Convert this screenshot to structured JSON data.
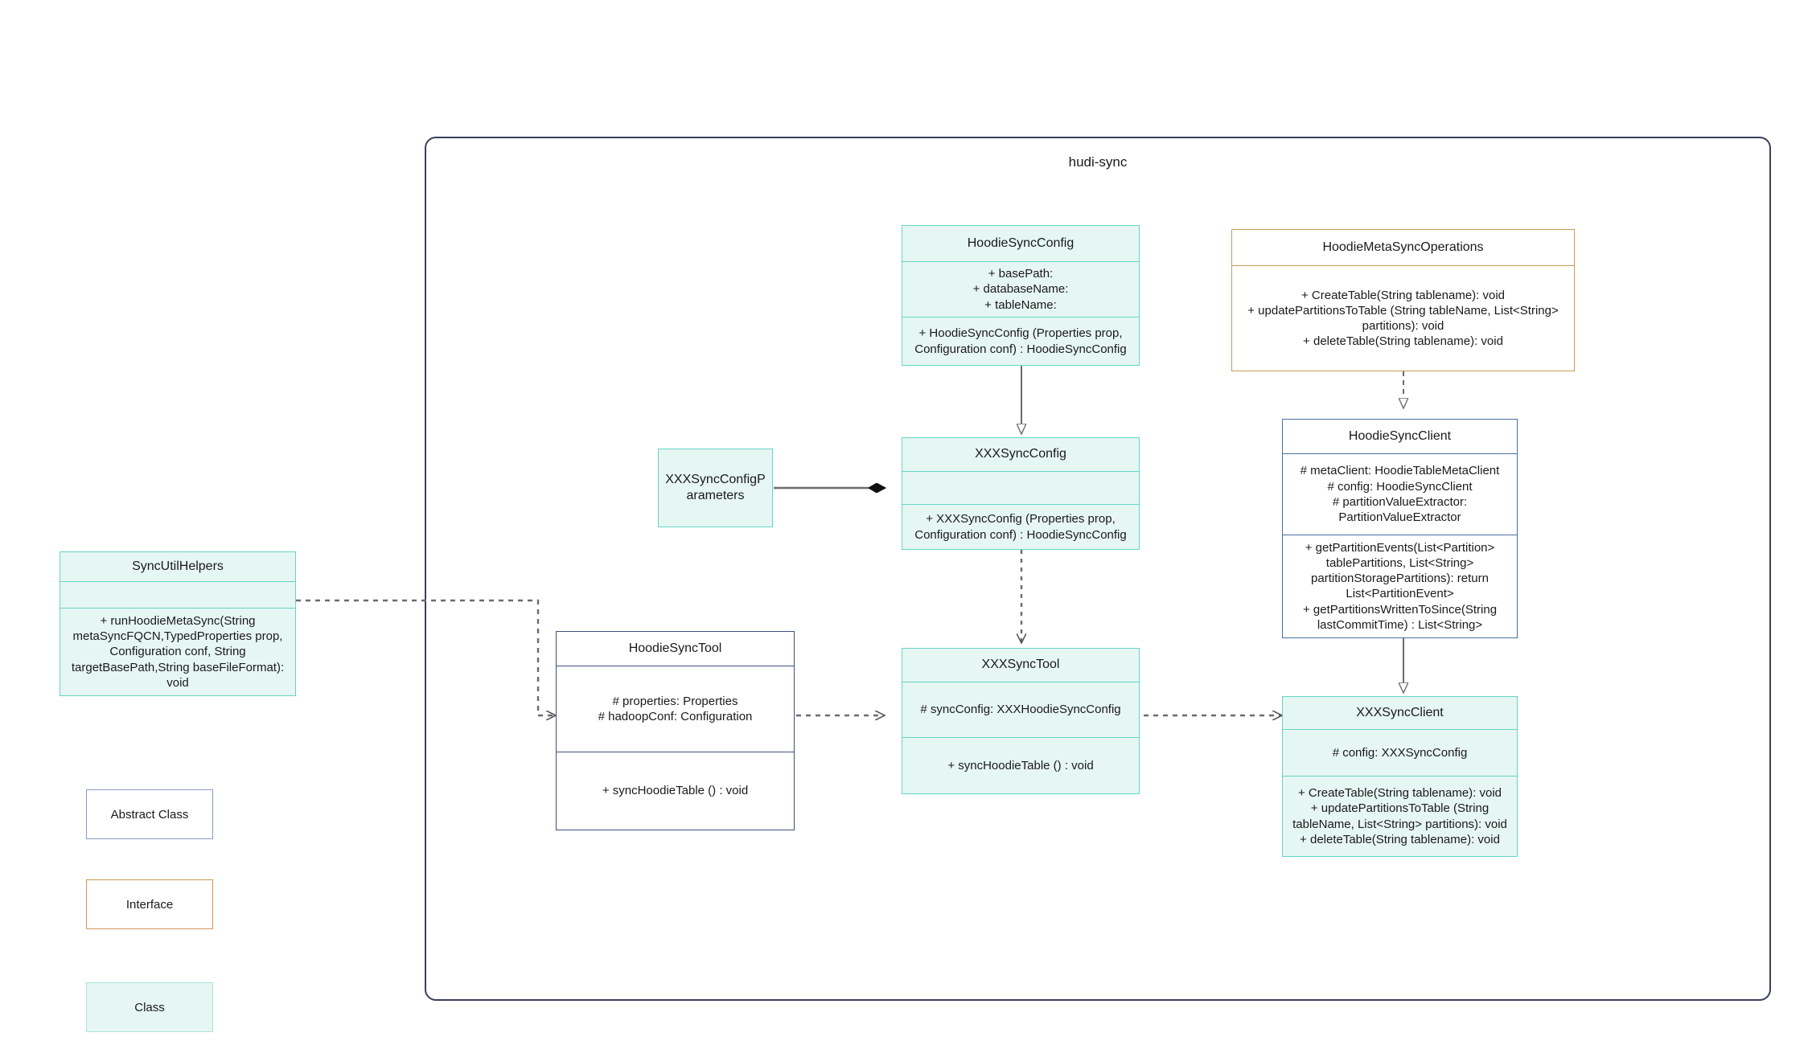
{
  "package": {
    "title": "hudi-sync"
  },
  "classes": {
    "hoodie_sync_config": {
      "name": "HoodieSyncConfig",
      "attributes": "+    basePath:\n+   databaseName:\n+   tableName:",
      "operations": "+   HoodieSyncConfig (Properties prop, Configuration conf) : HoodieSyncConfig",
      "stereotype": "class"
    },
    "hoodie_meta_sync_operations": {
      "name": "HoodieMetaSyncOperations",
      "operations": "+   CreateTable(String tablename): void\n+   updatePartitionsToTable (String tableName, List<String> partitions): void\n+   deleteTable(String tablename): void",
      "stereotype": "interface"
    },
    "hoodie_sync_client": {
      "name": "HoodieSyncClient",
      "attributes": "#   metaClient: HoodieTableMetaClient\n#   config: HoodieSyncClient\n#    partitionValueExtractor: PartitionValueExtractor",
      "operations": "+   getPartitionEvents(List<Partition> tablePartitions, List<String> partitionStoragePartitions): return List<PartitionEvent>\n+   getPartitionsWrittenToSince(String lastCommitTime) : List<String>",
      "stereotype": "abstract-steel"
    },
    "xxx_sync_config_parameters": {
      "name": "XXXSyncConfigParameters",
      "stereotype": "class"
    },
    "xxx_sync_config": {
      "name": "XXXSyncConfig",
      "attributes": "",
      "operations": "+   XXXSyncConfig (Properties prop, Configuration conf) : HoodieSyncConfig",
      "stereotype": "class"
    },
    "sync_util_helpers": {
      "name": "SyncUtilHelpers",
      "attributes": "",
      "operations": "+     runHoodieMetaSync(String metaSyncFQCN,TypedProperties prop, Configuration conf, String targetBasePath,String baseFileFormat): void",
      "stereotype": "class"
    },
    "hoodie_sync_tool": {
      "name": "HoodieSyncTool",
      "attributes": "#   properties: Properties\n#   hadoopConf: Configuration",
      "operations": "+   syncHoodieTable () : void",
      "stereotype": "abstract"
    },
    "xxx_sync_tool": {
      "name": "XXXSyncTool",
      "attributes": "#   syncConfig: XXXHoodieSyncConfig",
      "operations": "+   syncHoodieTable () : void",
      "stereotype": "class"
    },
    "xxx_sync_client": {
      "name": "XXXSyncClient",
      "attributes": "#    config: XXXSyncConfig",
      "operations": "+   CreateTable(String tablename): void\n+    updatePartitionsToTable (String tableName, List<String> partitions): void\n+   deleteTable(String tablename): void",
      "stereotype": "class"
    }
  },
  "legend": [
    {
      "label": "Abstract Class",
      "kind": "abstract"
    },
    {
      "label": "Interface",
      "kind": "interface"
    },
    {
      "label": "Class",
      "kind": "cls"
    }
  ],
  "colors": {
    "class_fill": "#e6f6f2",
    "class_border": "#63d6c6",
    "interface_border": "#c99a57",
    "abstract_border": "#414e7d",
    "client_border": "#4a6fa5",
    "package_border": "#3a3f5c",
    "edge": "#6b6b6b"
  },
  "relationships": [
    {
      "name": "generalization-hoodiesyncconfig-to-xxxsyncconfig",
      "from": "HoodieSyncConfig",
      "to": "XXXSyncConfig",
      "type": "generalization"
    },
    {
      "name": "realization-hoodiemetasyncoperations-to-hoodiesyncclient",
      "from": "HoodieMetaSyncOperations",
      "to": "HoodieSyncClient",
      "type": "realization"
    },
    {
      "name": "composition-xxxsyncconfigparameters-to-xxxsyncconfig",
      "from": "XXXSyncConfigParameters",
      "to": "XXXSyncConfig",
      "type": "composition"
    },
    {
      "name": "dependency-xxxsyncconfig-to-xxxsynctool",
      "from": "XXXSyncConfig",
      "to": "XXXSyncTool",
      "type": "dependency"
    },
    {
      "name": "dependency-syncutilhelpers-to-hoodiesynctool",
      "from": "SyncUtilHelpers",
      "to": "HoodieSyncTool",
      "type": "dependency"
    },
    {
      "name": "dependency-hoodiesynctool-to-xxxsynctool",
      "from": "HoodieSyncTool",
      "to": "XXXSyncTool",
      "type": "dependency"
    },
    {
      "name": "dependency-xxxsynctool-to-xxxsyncclient",
      "from": "XXXSyncTool",
      "to": "XXXSyncClient",
      "type": "dependency"
    },
    {
      "name": "generalization-hoodiesyncclient-to-xxxsyncclient",
      "from": "HoodieSyncClient",
      "to": "XXXSyncClient",
      "type": "generalization"
    }
  ]
}
